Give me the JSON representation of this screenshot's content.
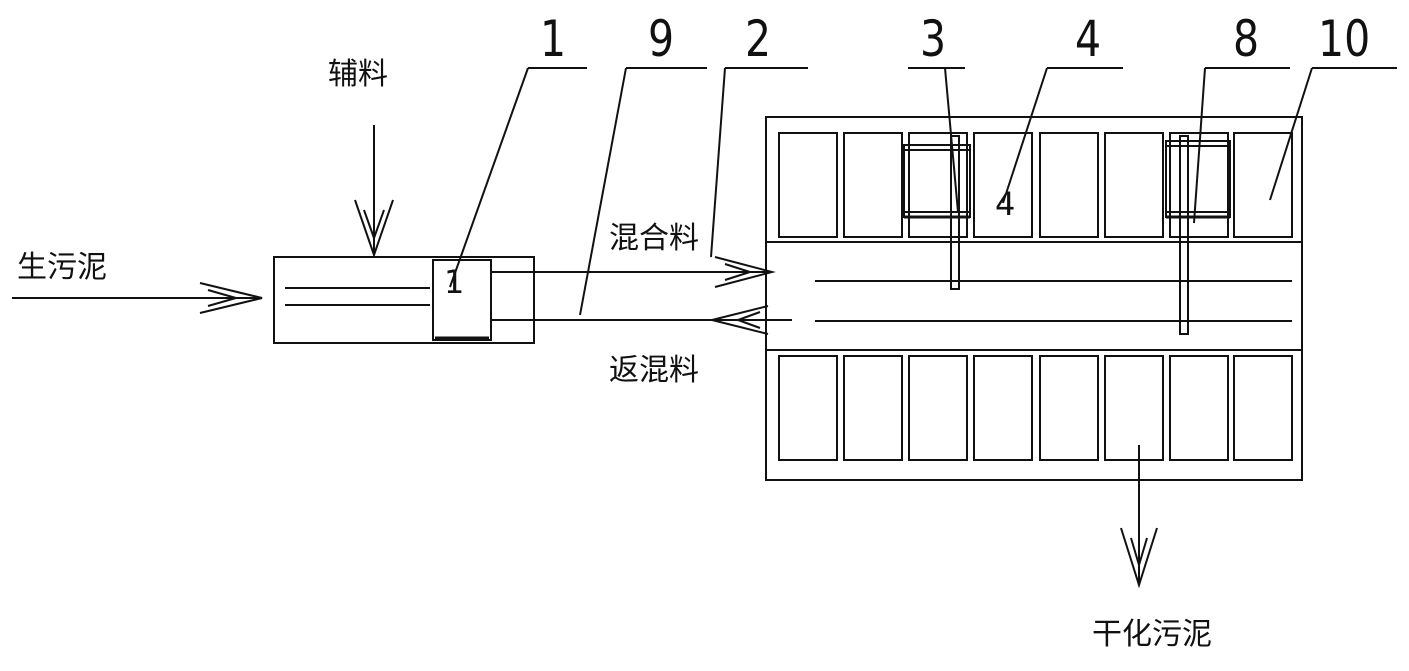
{
  "labels": {
    "raw_sludge": "生污泥",
    "auxiliary_material": "辅料",
    "mixed_material": "混合料",
    "return_sludge": "返混料",
    "dried_sludge": "干化污泥"
  },
  "part_numbers": {
    "n1": "1",
    "n9": "9",
    "n2": "2",
    "n3": "3",
    "n4": "4",
    "n8": "8",
    "n10": "10"
  }
}
